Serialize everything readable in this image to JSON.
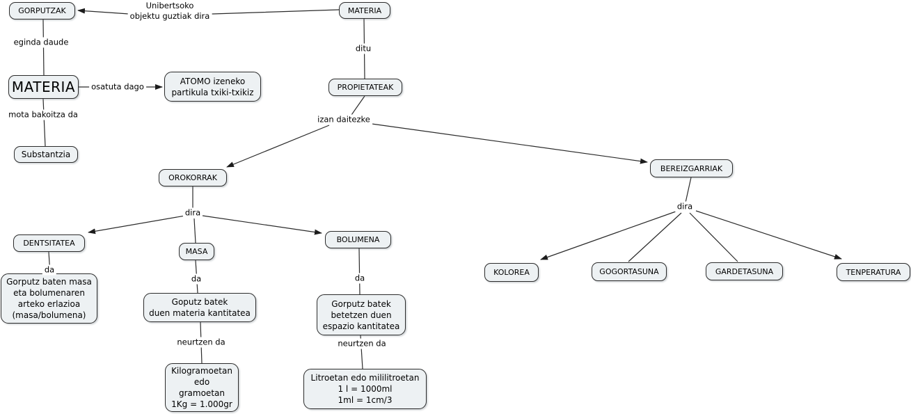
{
  "colors": {
    "background": "#ffffff",
    "node_fill": "#edf1f3",
    "node_border": "#2b2b2b",
    "connector": "#2a2a2a"
  },
  "nodes": {
    "gorputzak": {
      "label": "GORPUTZAK"
    },
    "materia_top": {
      "label": "MATERIA"
    },
    "materia_left": {
      "label": "MATERIA"
    },
    "atomo": {
      "lines": [
        "ATOMO izeneko",
        "partikula txiki-txikiz"
      ]
    },
    "substantzia": {
      "label": "Substantzia"
    },
    "propietateak": {
      "label": "PROPIETATEAK"
    },
    "orokorrak": {
      "label": "OROKORRAK"
    },
    "bereizgarriak": {
      "label": "BEREIZGARRIAK"
    },
    "dentsitatea": {
      "label": "DENTSITATEA"
    },
    "masa": {
      "label": "MASA"
    },
    "bolumena": {
      "label": "BOLUMENA"
    },
    "dentsitatea_desc": {
      "lines": [
        "Gorputz baten masa",
        "eta bolumenaren",
        "arteko erlazioa",
        "(masa/bolumena)"
      ]
    },
    "masa_desc": {
      "lines": [
        "Goputz batek",
        "duen materia kantitatea"
      ]
    },
    "bolumena_desc": {
      "lines": [
        "Gorputz batek",
        "betetzen duen",
        "espazio kantitatea"
      ]
    },
    "kilogramo": {
      "lines": [
        "Kilogramoetan",
        "edo",
        "gramoetan",
        "1Kg = 1.000gr"
      ]
    },
    "litro": {
      "lines": [
        "Litroetan edo mililitroetan",
        "1 l = 1000ml",
        "1ml = 1cm/3"
      ]
    },
    "kolorea": {
      "label": "KOLOREA"
    },
    "gogortasuna": {
      "label": "GOGORTASUNA"
    },
    "gardetasuna": {
      "label": "GARDETASUNA"
    },
    "tenperatura": {
      "label": "TENPERATURA"
    }
  },
  "link_labels": {
    "unibertsoko_l1": "Unibertsoko",
    "unibertsoko_l2": "objektu guztiak dira",
    "eginda": "eginda daude",
    "osatuta": "osatuta dago",
    "mota": "mota bakoitza da",
    "ditu": "ditu",
    "izan": "izan daitezke",
    "dira_left": "dira",
    "dira_right": "dira",
    "da_dentsitatea": "da",
    "da_masa": "da",
    "da_bolumena": "da",
    "neurtzen_left": "neurtzen da",
    "neurtzen_right": "neurtzen da"
  }
}
